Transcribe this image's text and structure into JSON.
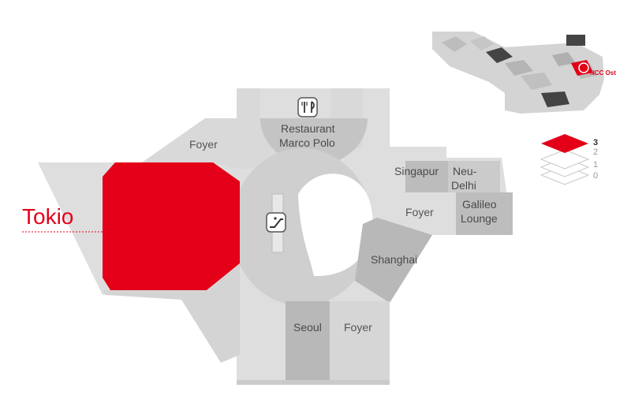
{
  "highlight": {
    "room_name": "Tokio",
    "color": "#e30018"
  },
  "rooms": {
    "foyer_top": "Foyer",
    "restaurant_line1": "Restaurant",
    "restaurant_line2": "Marco Polo",
    "singapur": "Singapur",
    "neu_delhi_line1": "Neu-",
    "neu_delhi_line2": "Delhi",
    "foyer_right": "Foyer",
    "galileo_line1": "Galileo",
    "galileo_line2": "Lounge",
    "shanghai": "Shanghai",
    "seoul": "Seoul",
    "foyer_bottom": "Foyer"
  },
  "icons": {
    "restaurant": "fork-knife-icon",
    "escalator": "escalator-icon"
  },
  "overview": {
    "label": "NCC Ost"
  },
  "levels": {
    "items": [
      "3",
      "2",
      "1",
      "0"
    ],
    "active": "3"
  },
  "colors": {
    "floor_light": "#dcdcdc",
    "floor_mid": "#c8c8c8",
    "floor_dark": "#aeaeae",
    "wall": "#ededed",
    "accent": "#e30018"
  }
}
